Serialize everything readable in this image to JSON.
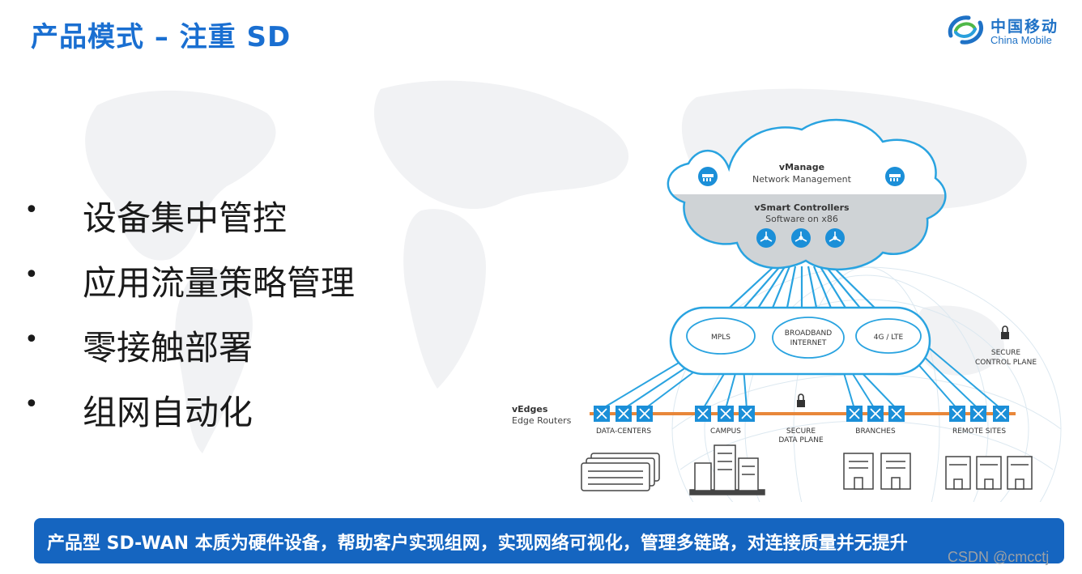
{
  "title": "产品模式 – 注重 SD",
  "logo": {
    "cn": "中国移动",
    "en": "China Mobile",
    "icon": "china-mobile-logo-icon"
  },
  "bullets": [
    "设备集中管控",
    "应用流量策略管理",
    "零接触部署",
    "组网自动化"
  ],
  "diagram": {
    "vmanage": {
      "name": "vManage",
      "desc": "Network Management"
    },
    "vsmart": {
      "name": "vSmart Controllers",
      "desc": "Software on x86"
    },
    "transports": [
      "MPLS",
      "BROADBAND",
      "INTERNET",
      "4G / LTE"
    ],
    "secure_control": [
      "SECURE",
      "CONTROL PLANE"
    ],
    "vedges": {
      "name": "vEdges",
      "desc": "Edge Routers"
    },
    "sites": [
      "DATA-CENTERS",
      "CAMPUS",
      "BRANCHES",
      "REMOTE SITES"
    ],
    "secure_data": [
      "SECURE",
      "DATA PLANE"
    ],
    "colors": {
      "accent": "#1a6fd1",
      "router": "#1b8fd8",
      "line": "#e8873a",
      "cloud_gray": "#cfd3d6",
      "link": "#29a3e0"
    }
  },
  "banner": "产品型 SD-WAN 本质为硬件设备，帮助客户实现组网，实现网络可视化，管理多链路，对连接质量并无提升",
  "watermark": "CSDN @cmcctj"
}
